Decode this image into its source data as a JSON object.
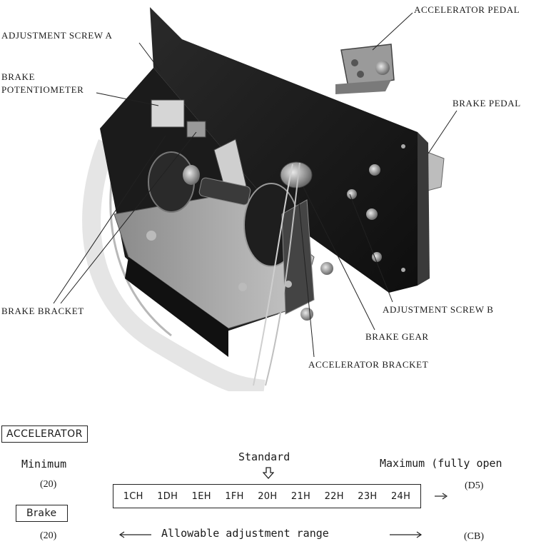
{
  "figure": {
    "callouts": {
      "adjustment_screw_a": "ADJUSTMENT SCREW A",
      "brake_potentiometer_1": "BRAKE",
      "brake_potentiometer_2": "POTENTIOMETER",
      "accelerator_pedal": "ACCELERATOR PEDAL",
      "brake_pedal": "BRAKE PEDAL",
      "brake_bracket": "BRAKE BRACKET",
      "adjustment_screw_b": "ADJUSTMENT SCREW B",
      "brake_gear": "BRAKE GEAR",
      "accelerator_bracket": "ACCELERATOR BRACKET"
    }
  },
  "adjustment": {
    "accelerator_label": "ACCELERATOR",
    "brake_label": "Brake",
    "minimum_label": "Minimum",
    "standard_label": "Standard",
    "maximum_label": "Maximum (fully open",
    "accel_min_value": "(20)",
    "accel_max_value": "(D5)",
    "brake_min_value": "(20)",
    "brake_max_value": "(CB)",
    "range_label": "Allowable adjustment range",
    "scale_values": [
      "1CH",
      "1DH",
      "1EH",
      "1FH",
      "20H",
      "21H",
      "22H",
      "23H",
      "24H"
    ]
  }
}
